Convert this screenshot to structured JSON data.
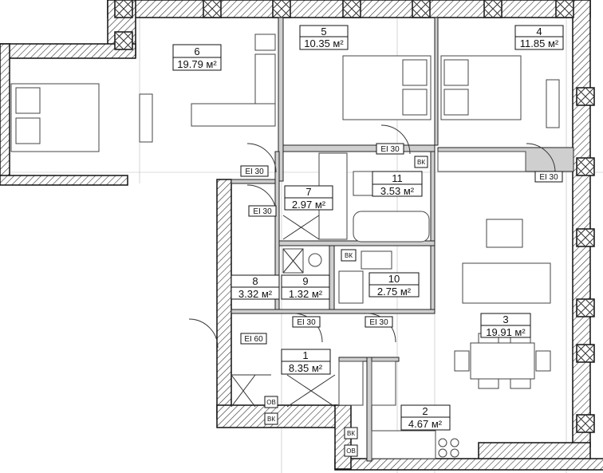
{
  "rooms": [
    {
      "number": "1",
      "area": "8.35 м²"
    },
    {
      "number": "2",
      "area": "4.67 м²"
    },
    {
      "number": "3",
      "area": "19.91 м²"
    },
    {
      "number": "4",
      "area": "11.85 м²"
    },
    {
      "number": "5",
      "area": "10.35 м²"
    },
    {
      "number": "6",
      "area": "19.79 м²"
    },
    {
      "number": "7",
      "area": "2.97 м²"
    },
    {
      "number": "8",
      "area": "3.32 м²"
    },
    {
      "number": "9",
      "area": "1.32 м²"
    },
    {
      "number": "10",
      "area": "2.75 м²"
    },
    {
      "number": "11",
      "area": "3.53 м²"
    }
  ],
  "doors": {
    "ei30": "EI 30",
    "ei60": "EI 60"
  },
  "shafts": {
    "vk": "ВК",
    "ov": "ОВ"
  }
}
